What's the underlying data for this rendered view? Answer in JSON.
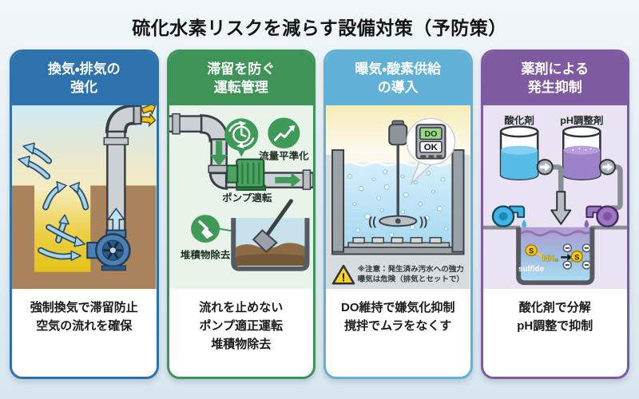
{
  "title": "硫化水素リスクを減らす設備対策（予防策）",
  "colors": {
    "page_bg_top": "#f0f6f9",
    "page_bg_bottom": "#d8e7ef"
  },
  "panels": [
    {
      "name": "ventilation-exhaust",
      "accent": "#2e72ad",
      "header_lines": [
        "換気・排気の",
        "強化"
      ],
      "caption_lines": [
        "強制換気で滞留防止",
        "空気の流れを確保"
      ]
    },
    {
      "name": "operation-management",
      "accent": "#3e9456",
      "header_lines": [
        "滞留を防ぐ",
        "運転管理"
      ],
      "labels": {
        "flow_leveling": "流量平準化",
        "pump_operation": "ポンプ適転",
        "sediment_removal": "堆積物除去"
      },
      "caption_lines": [
        "流れを止めない",
        "ポンプ適正運転",
        "堆積物除去"
      ]
    },
    {
      "name": "aeration-oxygen",
      "accent": "#61b0d8",
      "header_lines": [
        "曝気・酸素供給",
        "の導入"
      ],
      "labels": {
        "do": "DO",
        "ok": "OK",
        "warning_line1": "※注意：発生済み汚水への強力",
        "warning_line2": "曝気は危険（排気とセットで）"
      },
      "caption_lines": [
        "DO維持で嫌気化抑制",
        "撹拌でムラをなくす"
      ]
    },
    {
      "name": "chemical-suppression",
      "accent": "#7e5ba1",
      "header_lines": [
        "薬剤による",
        "発生抑制"
      ],
      "labels": {
        "oxidizer": "酸化剤",
        "ph_adjuster": "pH調整剤",
        "s": "S",
        "nh2": "NH₂",
        "sulfide": "sulfide"
      },
      "caption_lines": [
        "酸化剤で分解",
        "pH調整で抑制"
      ]
    }
  ]
}
